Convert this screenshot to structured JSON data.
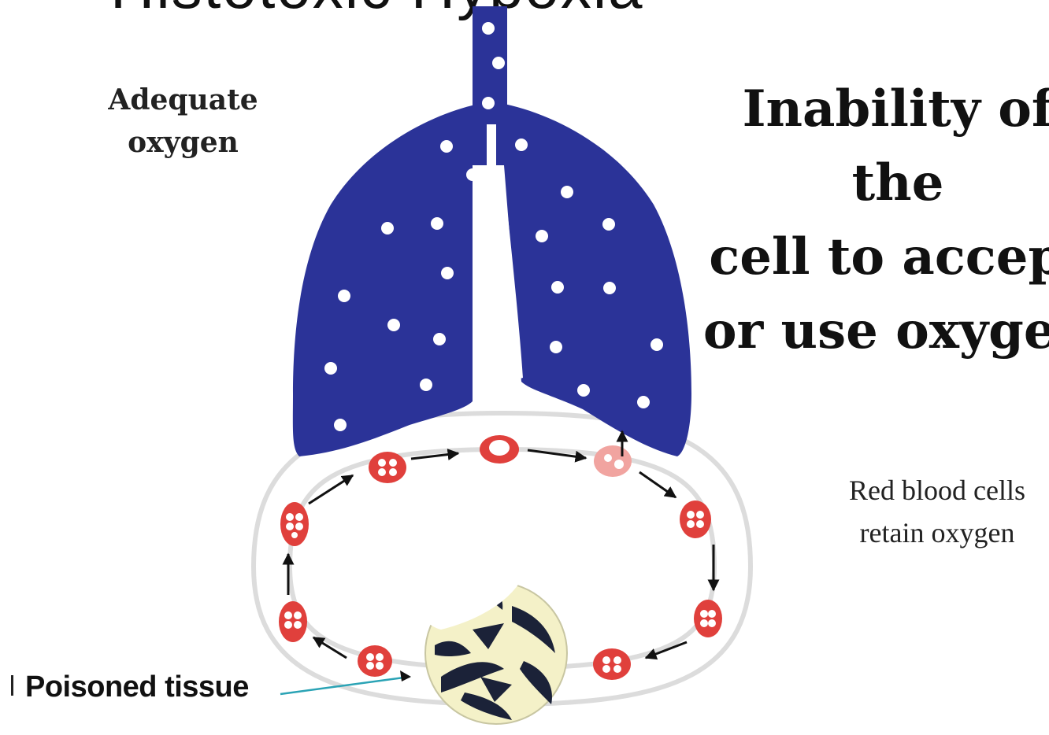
{
  "title_fragment": "Histotoxic Hypoxia",
  "labels": {
    "adequate_oxygen": "Adequate\noxygen",
    "inability": [
      "Inability of",
      "the",
      "cell to accept",
      "or use oxygen"
    ],
    "red_blood_cells": [
      "Red blood cells",
      "retain oxygen"
    ],
    "poisoned_tissue": "Poisoned tissue"
  },
  "colors": {
    "lung": "#2b3398",
    "oxygen_dot": "#ffffff",
    "rbc": "#e0403c",
    "vessel": "#d8d8d8",
    "tissue_dark": "#1b2238",
    "tissue_bg": "#f4f1c8",
    "pointer": "#2aa3b5"
  },
  "icons": [
    "lungs-icon",
    "red-blood-cell-icon",
    "arrow-icon",
    "tissue-icon"
  ]
}
